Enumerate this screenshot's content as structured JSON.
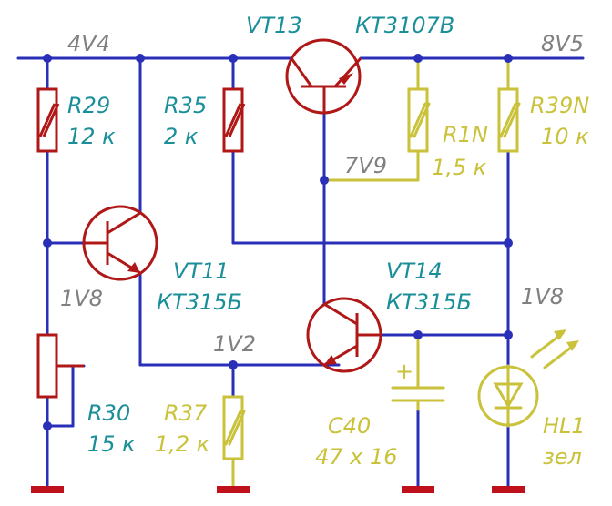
{
  "nets": {
    "rail_left": "4V4",
    "rail_right": "8V5",
    "n7v9": "7V9",
    "n1v8_left": "1V8",
    "n1v2": "1V2",
    "n1v8_right": "1V8"
  },
  "components": {
    "vt13": {
      "ref": "VT13",
      "value": "КТ3107В"
    },
    "vt11": {
      "ref": "VT11",
      "value": "КТ315Б"
    },
    "vt14": {
      "ref": "VT14",
      "value": "КТ315Б"
    },
    "r29": {
      "ref": "R29",
      "value": "12 к"
    },
    "r35": {
      "ref": "R35",
      "value": "2 к"
    },
    "r1n": {
      "ref": "R1N",
      "value": "1,5 к"
    },
    "r39n": {
      "ref": "R39N",
      "value": "10 к"
    },
    "r30": {
      "ref": "R30",
      "value": "15 к"
    },
    "r37": {
      "ref": "R37",
      "value": "1,2 к"
    },
    "c40": {
      "ref": "C40",
      "value": "47 х 16",
      "polarity_mark": "+"
    },
    "hl1": {
      "ref": "HL1",
      "value": "зел"
    }
  },
  "colors": {
    "wire_main": "#2a2fb8",
    "wire_new": "#c9c23a",
    "component": "#b01818",
    "label_ref": "#1a8f9a",
    "label_net": "#808080",
    "ground": "#c0101c"
  }
}
